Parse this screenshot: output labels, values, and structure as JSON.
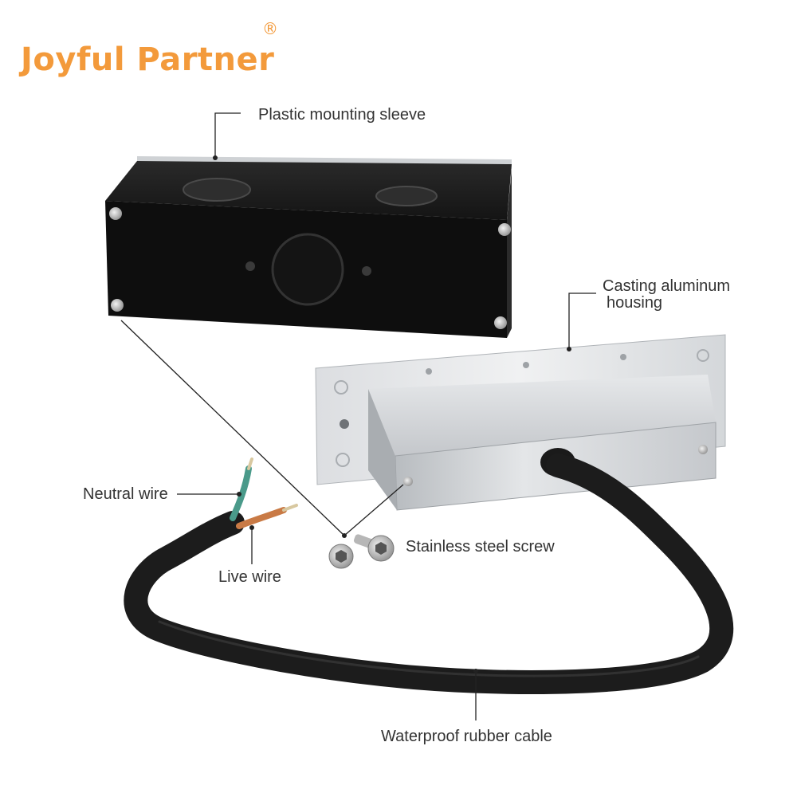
{
  "brand": {
    "name": "Joyful Partner",
    "registered_mark": "®",
    "color": "#f39a3b"
  },
  "labels": {
    "mounting_sleeve": "Plastic mounting sleeve",
    "housing_line1": "Casting aluminum",
    "housing_line2": "housing",
    "neutral_wire": "Neutral wire",
    "live_wire": "Live wire",
    "screw": "Stainless steel screw",
    "cable": "Waterproof rubber cable"
  },
  "colors": {
    "label_text": "#333333",
    "leader_line": "#222222",
    "sleeve_body": "#111111",
    "aluminum": "#c9ccd0",
    "cable": "#1c1c1c",
    "neutral_wire": "#4a9a8a",
    "live_wire": "#c97a45"
  }
}
